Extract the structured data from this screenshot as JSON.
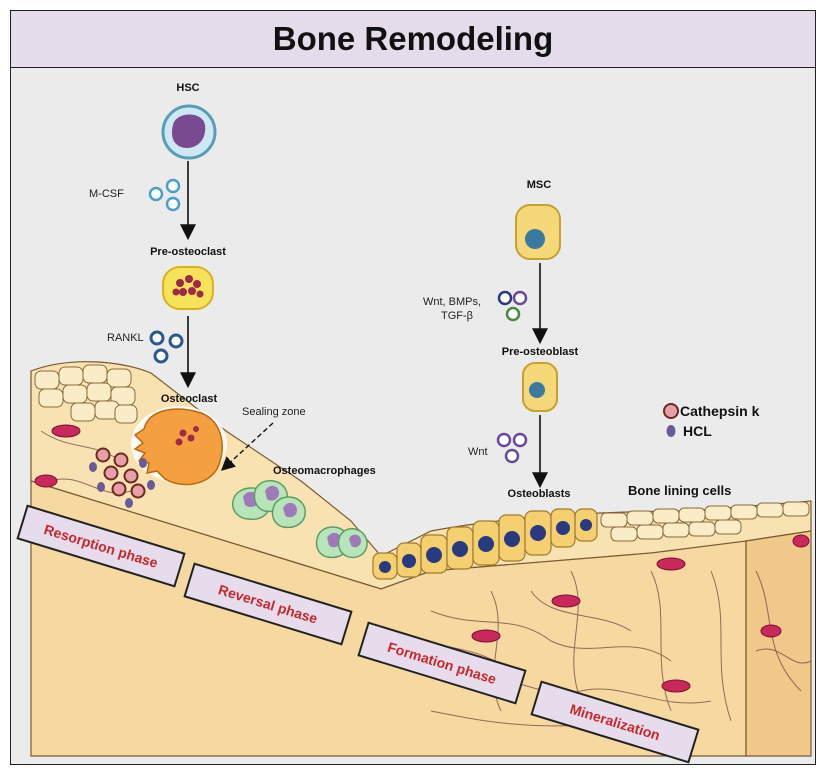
{
  "title": "Bone Remodeling",
  "osteoclast_lineage": {
    "progenitor": "HSC",
    "factor_1": "M-CSF",
    "intermediate": "Pre-osteoclast",
    "factor_2": "RANKL",
    "mature": "Osteoclast"
  },
  "osteoblast_lineage": {
    "progenitor": "MSC",
    "factor_1_line1": "Wnt, BMPs,",
    "factor_1_line2": "TGF-β",
    "intermediate": "Pre-osteoblast",
    "factor_2": "Wnt",
    "mature": "Osteoblasts"
  },
  "annotations": {
    "sealing_zone": "Sealing zone",
    "osteomacrophages": "Osteomacrophages",
    "bone_lining_cells": "Bone lining cells"
  },
  "legend": [
    {
      "label": "Cathepsin k",
      "color": "#e8a0a8"
    },
    {
      "label": "HCL",
      "color": "#6a5a9a"
    }
  ],
  "phases": [
    "Resorption phase",
    "Reversal phase",
    "Formation phase",
    "Mineralization"
  ],
  "colors": {
    "phase_text": "#c8282c",
    "phase_box": "#e6dcec",
    "bone": "#f6dca8",
    "osteocyte": "#c8285a",
    "hsc_cell": "#5a9cb8",
    "hsc_nucleus": "#7a4a90",
    "osteoclast": "#f5a040",
    "macrophage": "#9cd8a0",
    "msc_cell": "#f5d878",
    "msc_nucleus": "#3a7aa0",
    "osteoblast_nucleus": "#2a3a80"
  }
}
